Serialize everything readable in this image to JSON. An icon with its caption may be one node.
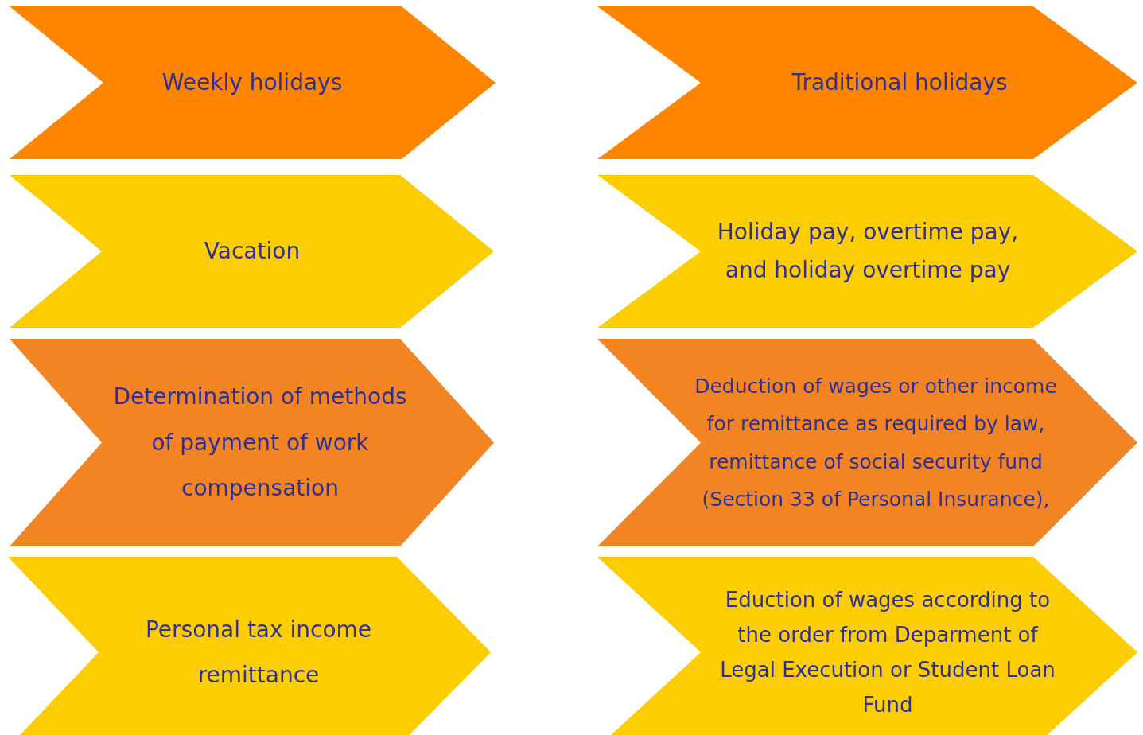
{
  "diagram": {
    "nodes": [
      {
        "text": [
          "Weekly holidays"
        ]
      },
      {
        "text": [
          "Traditional holidays"
        ]
      },
      {
        "text": [
          "Vacation"
        ]
      },
      {
        "text": [
          "Holiday pay, overtime pay, and holiday overtime pay"
        ]
      },
      {
        "text": [
          "Determination of methods of payment of work compensation"
        ]
      },
      {
        "text": [
          "Deduction of wages or other income for remittance as required by law, remittance of social security fund (Section 33 of Personal Insurance),"
        ]
      },
      {
        "text": [
          "Personal tax income remittance"
        ]
      },
      {
        "text": [
          "Eduction of wages according to the order from Deparment of Legal Execution or Student Loan Fund"
        ]
      }
    ]
  }
}
